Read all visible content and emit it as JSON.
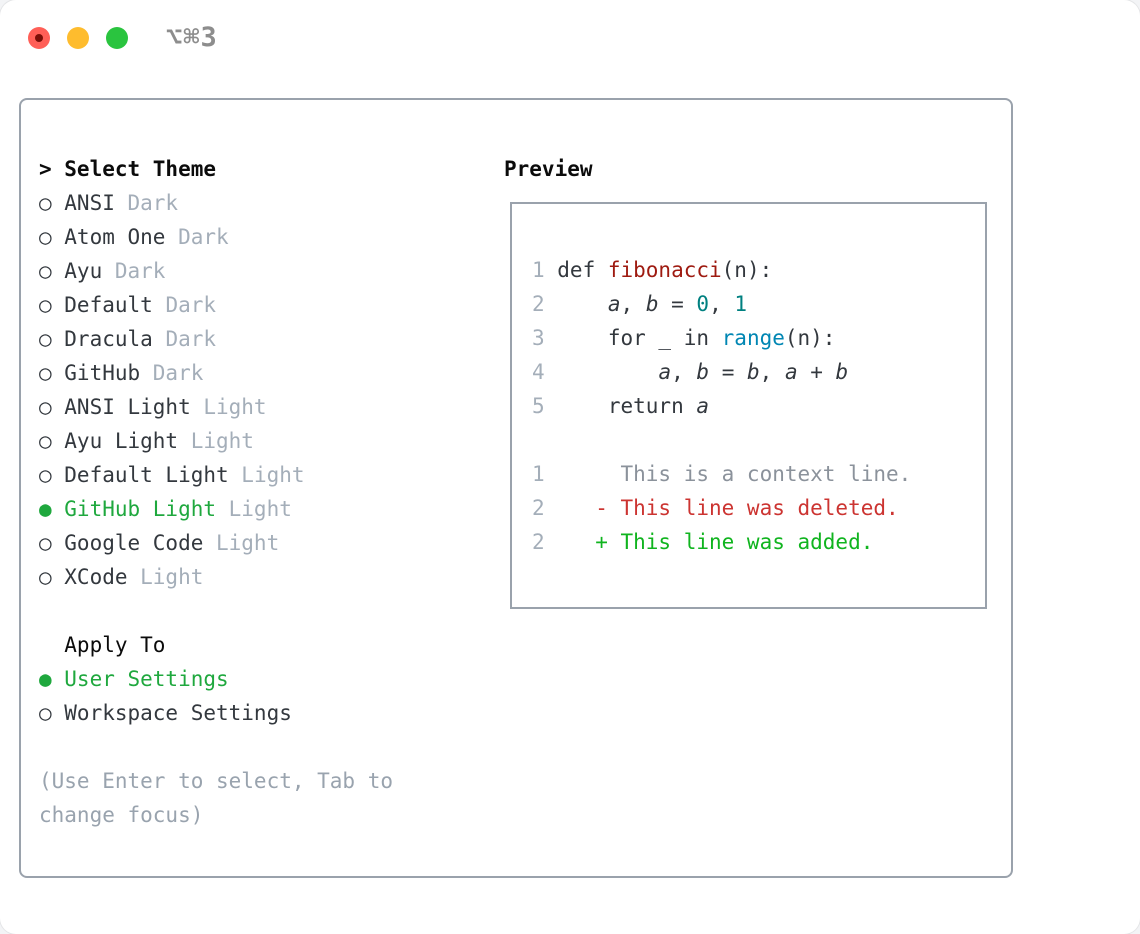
{
  "window": {
    "title": "⌥⌘3",
    "traffic_lights": [
      "close",
      "minimize",
      "zoom"
    ]
  },
  "markers": {
    "unselected": "○",
    "selected": "●"
  },
  "panel": {
    "select_theme": {
      "header_marker": ">",
      "header": "Select Theme",
      "items": [
        {
          "name": "ANSI",
          "variant": "Dark",
          "selected": false
        },
        {
          "name": "Atom One",
          "variant": "Dark",
          "selected": false
        },
        {
          "name": "Ayu",
          "variant": "Dark",
          "selected": false
        },
        {
          "name": "Default",
          "variant": "Dark",
          "selected": false
        },
        {
          "name": "Dracula",
          "variant": "Dark",
          "selected": false
        },
        {
          "name": "GitHub",
          "variant": "Dark",
          "selected": false
        },
        {
          "name": "ANSI Light",
          "variant": "Light",
          "selected": false
        },
        {
          "name": "Ayu Light",
          "variant": "Light",
          "selected": false
        },
        {
          "name": "Default Light",
          "variant": "Light",
          "selected": false
        },
        {
          "name": "GitHub Light",
          "variant": "Light",
          "selected": true
        },
        {
          "name": "Google Code",
          "variant": "Light",
          "selected": false
        },
        {
          "name": "XCode",
          "variant": "Light",
          "selected": false
        }
      ]
    },
    "apply_to": {
      "header": "Apply To",
      "items": [
        {
          "name": "User Settings",
          "selected": true
        },
        {
          "name": "Workspace Settings",
          "selected": false
        }
      ]
    },
    "hint": "(Use Enter to select, Tab to change focus)",
    "preview": {
      "header": "Preview",
      "code_lines": [
        {
          "num": "1",
          "segments": [
            {
              "t": "def ",
              "c": "kw"
            },
            {
              "t": "fibonacci",
              "c": "fn"
            },
            {
              "t": "(n):",
              "c": "pl"
            }
          ]
        },
        {
          "num": "2",
          "segments": [
            {
              "t": "    ",
              "c": "pl"
            },
            {
              "t": "a",
              "c": "var"
            },
            {
              "t": ", ",
              "c": "pl"
            },
            {
              "t": "b",
              "c": "var"
            },
            {
              "t": " = ",
              "c": "pl"
            },
            {
              "t": "0",
              "c": "num"
            },
            {
              "t": ", ",
              "c": "pl"
            },
            {
              "t": "1",
              "c": "num"
            }
          ]
        },
        {
          "num": "3",
          "segments": [
            {
              "t": "    for _ in ",
              "c": "pl"
            },
            {
              "t": "range",
              "c": "builtin"
            },
            {
              "t": "(n):",
              "c": "pl"
            }
          ]
        },
        {
          "num": "4",
          "segments": [
            {
              "t": "        ",
              "c": "pl"
            },
            {
              "t": "a",
              "c": "var"
            },
            {
              "t": ", ",
              "c": "pl"
            },
            {
              "t": "b",
              "c": "var"
            },
            {
              "t": " = ",
              "c": "pl"
            },
            {
              "t": "b",
              "c": "var"
            },
            {
              "t": ", ",
              "c": "pl"
            },
            {
              "t": "a",
              "c": "var"
            },
            {
              "t": " + ",
              "c": "pl"
            },
            {
              "t": "b",
              "c": "var"
            }
          ]
        },
        {
          "num": "5",
          "segments": [
            {
              "t": "    return ",
              "c": "kw"
            },
            {
              "t": "a",
              "c": "var"
            }
          ]
        },
        {
          "num": "",
          "segments": []
        },
        {
          "num": "1",
          "segments": [
            {
              "t": "     This is a context line.",
              "c": "ctx"
            }
          ]
        },
        {
          "num": "2",
          "segments": [
            {
              "t": "   - This line was deleted.",
              "c": "del"
            }
          ]
        },
        {
          "num": "2",
          "segments": [
            {
              "t": "   + This line was added.",
              "c": "add"
            }
          ]
        }
      ]
    }
  },
  "colors": {
    "accent_green": "#1fa83e",
    "diff_add_green": "#10b41f",
    "diff_del_red": "#cc3431",
    "function_red": "#9e1a10",
    "number_teal": "#008080",
    "builtin_blue": "#0086b3",
    "text_dark": "#33383e",
    "header_black": "#0b0b0b",
    "muted_gray": "#a4aeb9",
    "context_gray": "#8b929b",
    "hint_gray": "#99a3ae",
    "border_gray": "#9aa2ac",
    "title_gray": "#8d8d8d",
    "traffic_red": "#ff5f57",
    "traffic_red_dot": "#7a0f08",
    "traffic_yellow": "#febc2e",
    "traffic_green": "#2ac43f"
  }
}
